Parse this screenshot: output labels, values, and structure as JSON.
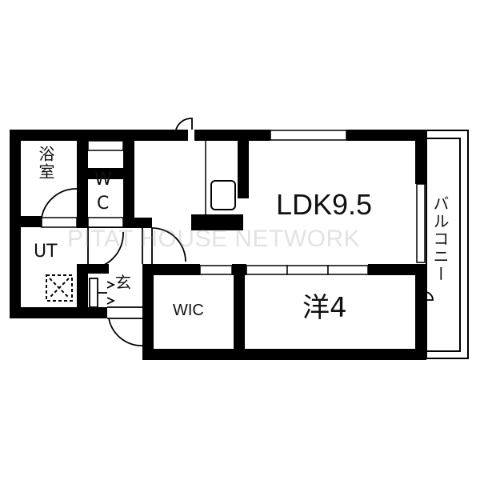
{
  "floor_plan": {
    "title": "1LDK floor plan",
    "rooms": [
      {
        "id": "bathroom",
        "label": "浴室"
      },
      {
        "id": "toilet",
        "label": "W\nC",
        "label_line1": "W",
        "label_line2": "C"
      },
      {
        "id": "utility",
        "label": "UT"
      },
      {
        "id": "entrance",
        "label": "玄"
      },
      {
        "id": "ldk",
        "label": "LDK9.5"
      },
      {
        "id": "walk-in-closet",
        "label": "WIC"
      },
      {
        "id": "western-room",
        "label": "洋4"
      },
      {
        "id": "balcony",
        "label": "バルコニー"
      }
    ],
    "watermark": "PITAT HOUSE NETWORK",
    "colors": {
      "wall": "#000000",
      "background": "#ffffff",
      "watermark": "#c8c8c8"
    }
  }
}
